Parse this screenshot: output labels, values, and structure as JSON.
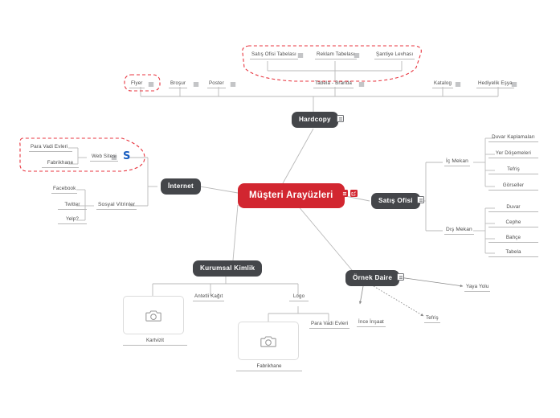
{
  "map": {
    "title": "Müşteri Arayüzleri",
    "accent_color": "#d22630",
    "node_color": "#44464a",
    "highlight_color": "#e8353f",
    "line_color": "#b9b9b9"
  },
  "central": {
    "label": "Müşteri Arayüzleri",
    "icons": [
      "note-icon",
      "link-icon"
    ]
  },
  "branches": {
    "hardcopy": {
      "label": "Hardcopy",
      "icon": "note-icon",
      "children": [
        {
          "label": "Flyer",
          "icon": "note-icon",
          "highlighted": true
        },
        {
          "label": "Broşur",
          "icon": "note-icon"
        },
        {
          "label": "Poster",
          "icon": "note-icon"
        },
        {
          "label": "Tabela - Branda",
          "icon": "note-icon",
          "highlighted": true
        },
        {
          "label": "Katalog",
          "icon": "note-icon"
        },
        {
          "label": "Hediyelik Eşya",
          "icon": "note-icon"
        }
      ],
      "tabela_children": [
        {
          "label": "Satış Ofisi Tabelası",
          "icon": "note-icon"
        },
        {
          "label": "Reklam Tabelası",
          "icon": "note-icon"
        },
        {
          "label": "Şantiye Levhası",
          "icon": "note-icon"
        }
      ]
    },
    "internet": {
      "label": "İnternet",
      "children": [
        {
          "label": "Web Sitesi",
          "icon": "note-icon",
          "logo": "s-logo",
          "highlighted": true
        },
        {
          "label": "Sosyal Vitrinler"
        }
      ],
      "website_children": [
        {
          "label": "Para Vadi Evleri"
        },
        {
          "label": "Fabrikhane"
        }
      ],
      "social_children": [
        {
          "label": "Facebook"
        },
        {
          "label": "Twitter"
        },
        {
          "label": "Yelp?"
        }
      ]
    },
    "satis_ofisi": {
      "label": "Satış Ofisi",
      "icon": "note-icon",
      "children": [
        {
          "label": "İç Mekan"
        },
        {
          "label": "Dış Mekan"
        }
      ],
      "ic_mekan_children": [
        {
          "label": "Duvar Kaplamaları"
        },
        {
          "label": "Yer Döşemeleri"
        },
        {
          "label": "Tefriş"
        },
        {
          "label": "Görseller"
        }
      ],
      "dis_mekan_children": [
        {
          "label": "Duvar"
        },
        {
          "label": "Cephe"
        },
        {
          "label": "Bahçe"
        },
        {
          "label": "Tabela"
        }
      ]
    },
    "kurumsal_kimlik": {
      "label": "Kurumsal Kimlik",
      "children": [
        {
          "label": "Kartvizit",
          "type": "image-card",
          "icon": "camera-icon"
        },
        {
          "label": "Antetli Kağıt"
        },
        {
          "label": "Logo"
        }
      ],
      "logo_children": [
        {
          "label": "Fabrikhane",
          "type": "image-card",
          "icon": "camera-icon"
        },
        {
          "label": "Para Vadi Evleri"
        }
      ]
    },
    "ornek_daire": {
      "label": "Örnek Daire",
      "icon": "note-icon",
      "children": [
        {
          "label": "Yaya Yolu"
        },
        {
          "label": "İnce İnşaat"
        },
        {
          "label": "Tefriş"
        }
      ]
    }
  }
}
